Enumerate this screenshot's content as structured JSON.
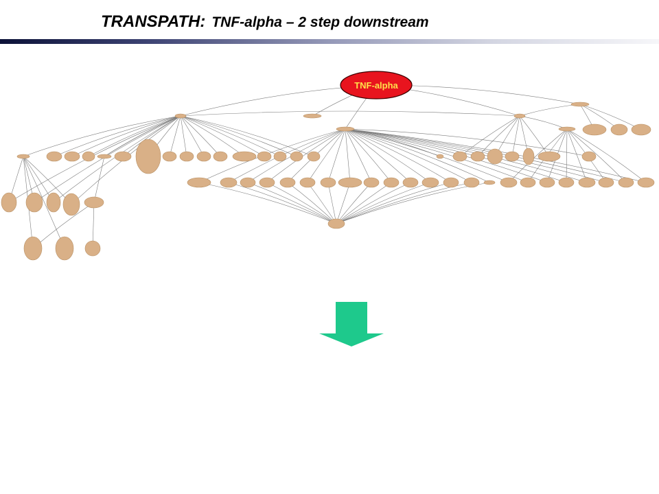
{
  "title": {
    "main": "TRANSPATH:",
    "sub": "TNF-alpha – 2 step downstream"
  },
  "root_node": {
    "label": "TNF-alpha",
    "fill": "#e8141e",
    "text_color": "#ffe04a"
  },
  "colors": {
    "node_fill": "#d9b087",
    "node_stroke": "#b89064",
    "edge": "#7a7a7a",
    "arrow": "#1ec98c",
    "title_bar_dark": "#0c1238"
  },
  "icons": {
    "down_arrow": "arrow-down-icon"
  }
}
